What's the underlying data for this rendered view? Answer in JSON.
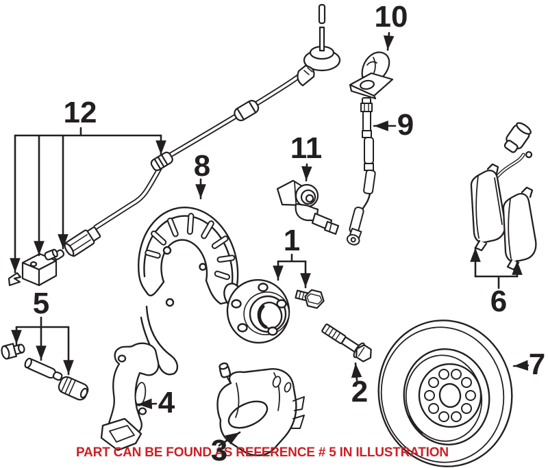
{
  "diagram": {
    "kind": "exploded-parts-illustration",
    "subject": "front-disc-brake-assembly",
    "background_color": "#ffffff",
    "line_color": "#231f20",
    "caption": {
      "text": "PART CAN BE FOUND AS REFERENCE # 5 IN ILLUSTRATION",
      "color": "#cb2026",
      "referenced_number": "5"
    },
    "callouts": [
      {
        "number": "1",
        "part": "wheel-hub-with-bolt"
      },
      {
        "number": "2",
        "part": "carrier-mounting-bolt"
      },
      {
        "number": "3",
        "part": "brake-caliper"
      },
      {
        "number": "4",
        "part": "caliper-carrier-bracket"
      },
      {
        "number": "5",
        "part": "guide-pin-and-bushing-set"
      },
      {
        "number": "6",
        "part": "brake-pad-set-with-wear-sensor"
      },
      {
        "number": "7",
        "part": "brake-rotor"
      },
      {
        "number": "8",
        "part": "splash-shield"
      },
      {
        "number": "9",
        "part": "brake-hose"
      },
      {
        "number": "10",
        "part": "mounting-bracket"
      },
      {
        "number": "11",
        "part": "abs-wheel-speed-sensor"
      },
      {
        "number": "12",
        "part": "abs-sensor-wiring-harness"
      }
    ]
  }
}
